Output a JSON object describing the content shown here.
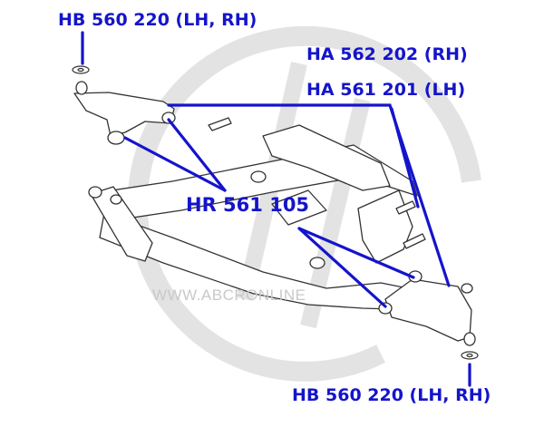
{
  "labels": {
    "top_left": "HB 560 220 (LH, RH)",
    "right_upper": "HA 562 202 (RH)",
    "right_lower": "HA 561 201 (LH)",
    "center": "HR 561 105",
    "bottom_right": "HB 560 220 (LH, RH)"
  },
  "watermark": "WWW.ABCRONLINE",
  "colors": {
    "label": "#1414cc",
    "leader": "#1414cc",
    "outline": "#333333",
    "watermark": "#d9d9d9"
  }
}
